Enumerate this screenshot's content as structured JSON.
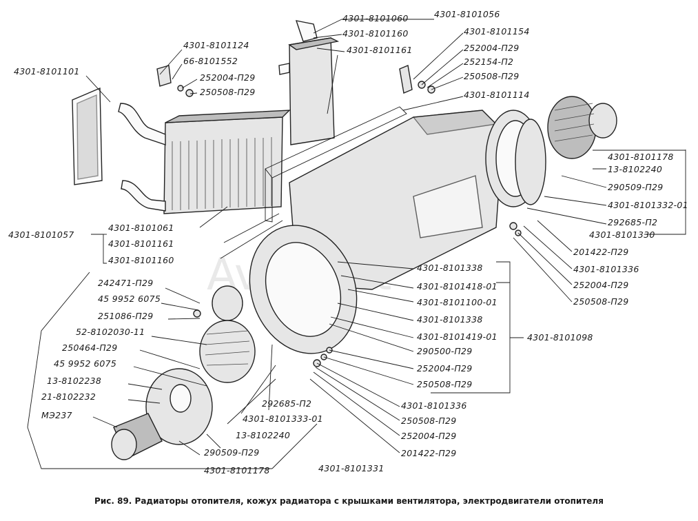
{
  "watermark": "AvtoSoft",
  "caption": "Рис. 89. Радиаторы отопителя, кожух радиатора с крышками вентилятора, электродвигатели отопителя",
  "labels": {
    "l8101060": "4301-8101060",
    "l8101056": "4301-8101056",
    "l8101160_top": "4301-8101160",
    "l8101161_top": "4301-8101161",
    "l8101154": "4301-8101154",
    "l8101124": "4301-8101124",
    "l66_8101552": "66-8101552",
    "l252004_a": "252004-П29",
    "l252154": "252154-П2",
    "l250508_a": "250508-П29",
    "l252004_b": "252004-П29",
    "l250508_b": "250508-П29",
    "l8101101": "4301-8101101",
    "l8101114": "4301-8101114",
    "l8101178_r": "4301-8101178",
    "l13_8102240_r": "13-8102240",
    "l290509_r": "290509-П29",
    "l8101332": "4301-8101332-01",
    "l292685_r": "292685-П2",
    "l8101330": "4301-8101330",
    "l8101057": "4301-8101057",
    "l8101061": "4301-8101061",
    "l8101161_mid": "4301-8101161",
    "l8101160_mid": "4301-8101160",
    "l201422_r": "201422-П29",
    "l8101336_r": "4301-8101336",
    "l252004_r": "252004-П29",
    "l250508_r": "250508-П29",
    "l8101338_a": "4301-8101338",
    "l8101418": "4301-8101418-01",
    "l8101100": "4301-8101100-01",
    "l8101338_b": "4301-8101338",
    "l8101419": "4301-8101419-01",
    "l8101098": "4301-8101098",
    "l242471": "242471-П29",
    "l45_a": "45 9952 6075",
    "l251086": "251086-П29",
    "l52_8102030": "52-8102030-11",
    "l250464": "250464-П29",
    "l45_b": "45 9952 6075",
    "l13_8102238": "13-8102238",
    "l21_8102232": "21-8102232",
    "lME237": "МЭ237",
    "l290500": "290500-П29",
    "l252004_c": "252004-П29",
    "l250508_c": "250508-П29",
    "l292685_b": "292685-П2",
    "l8101333": "4301-8101333-01",
    "l8101336_b": "4301-8101336",
    "l250508_d": "250508-П29",
    "l252004_d": "252004-П29",
    "l201422_b": "201422-П29",
    "l13_8102240_b": "13-8102240",
    "l290509_b": "290509-П29",
    "l8101178_b": "4301-8101178",
    "l8101331": "4301-8101331"
  }
}
